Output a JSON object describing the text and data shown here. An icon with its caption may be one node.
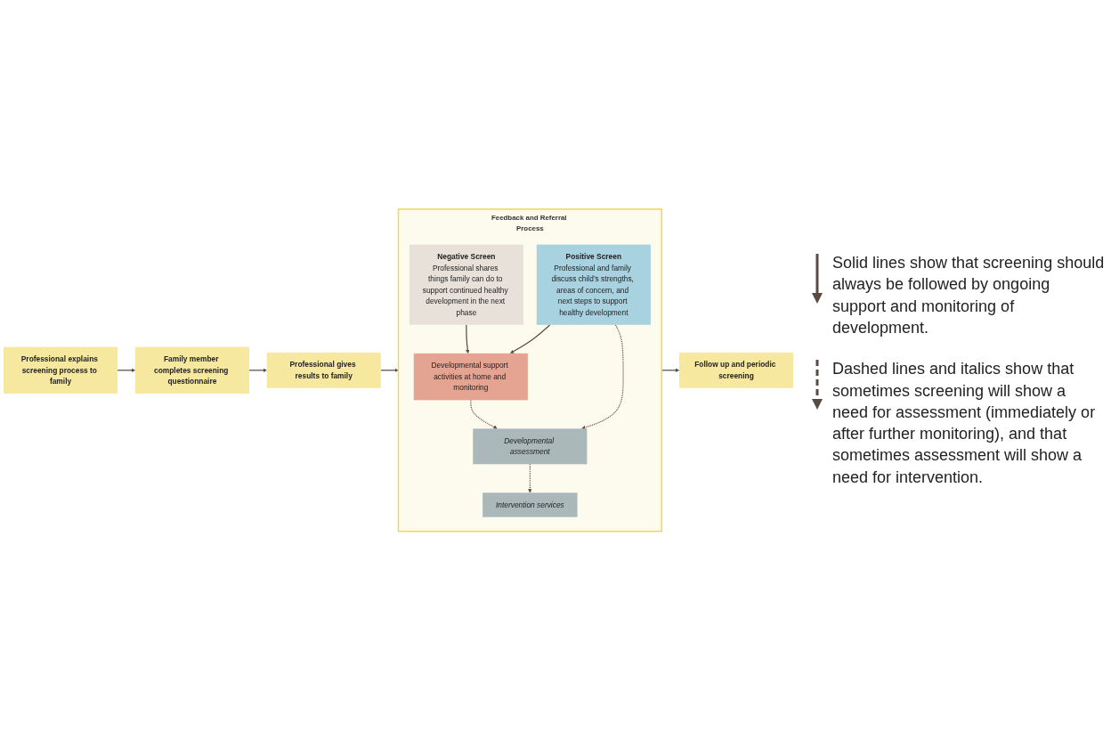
{
  "diagram": {
    "nodes": [
      {
        "text": [
          "Professional explains screening process to family"
        ]
      },
      {
        "text": [
          "Family member completes screening questionnaire"
        ]
      },
      {
        "text": [
          "Professional gives results to family"
        ]
      },
      {
        "text": [
          "Follow up and periodic screening"
        ]
      },
      {
        "text": [
          "Feedback and Referral Process"
        ]
      },
      {
        "text": [
          "Negative Screen",
          "Professional shares things family can do to support continued healthy development in the next phase"
        ],
        "in": 4
      },
      {
        "text": [
          "Positive Screen",
          "Professional and family discuss child’s strengths, areas of concern, and next steps to support healthy development"
        ],
        "in": 4
      },
      {
        "text": [
          "Developmental support activities at home and monitoring"
        ],
        "in": 4
      },
      {
        "text": [
          "Developmental assessment"
        ],
        "in": 4
      },
      {
        "text": [
          "Intervention services"
        ],
        "in": 4
      }
    ],
    "edges": [
      {
        "from": 0,
        "to": 1,
        "arrow": "to"
      },
      {
        "from": 1,
        "to": 2,
        "arrow": "to"
      },
      {
        "from": 2,
        "to": 4,
        "arrow": "to"
      },
      {
        "from": 4,
        "to": 3,
        "arrow": "to"
      },
      {
        "from": 5,
        "to": 7,
        "arrow": "to"
      },
      {
        "from": 6,
        "to": 7,
        "arrow": "to"
      },
      {
        "from": 6,
        "to": 8,
        "arrow": "to",
        "style": "dashed"
      },
      {
        "from": 7,
        "to": 8,
        "arrow": "to",
        "style": "dashed"
      },
      {
        "from": 8,
        "to": 9,
        "arrow": "to",
        "style": "dashed"
      }
    ],
    "legend": [
      {
        "text": "Solid lines show that screening should always be followed by ongoing support and monitoring of development."
      },
      {
        "text": "Dashed lines and italics show that sometimes screening will show a need for assessment (immediately or after further monitoring), and that sometimes assessment will show a need for intervention."
      }
    ]
  }
}
